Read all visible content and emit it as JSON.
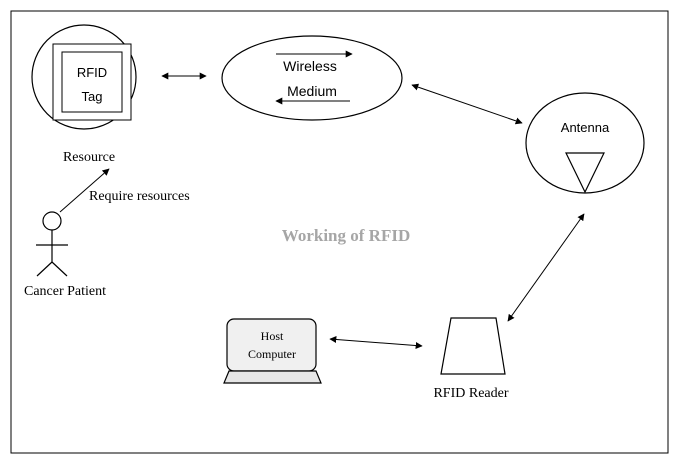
{
  "title": "Working of RFID",
  "nodes": {
    "rfid_tag": {
      "line1": "RFID",
      "line2": "Tag"
    },
    "resource": {
      "label": "Resource"
    },
    "wireless_medium": {
      "line1": "Wireless",
      "line2": "Medium"
    },
    "antenna": {
      "label": "Antenna"
    },
    "cancer_patient": {
      "label": "Cancer Patient"
    },
    "host_computer": {
      "line1": "Host",
      "line2": "Computer"
    },
    "rfid_reader": {
      "label": "RFID Reader"
    }
  },
  "edges": {
    "require_resources": {
      "label": "Require resources"
    }
  },
  "colors": {
    "title": "#a6a6a6",
    "stroke": "#000000",
    "computer_screen": "#f0f0f0",
    "computer_base": "#e6e6e6"
  }
}
